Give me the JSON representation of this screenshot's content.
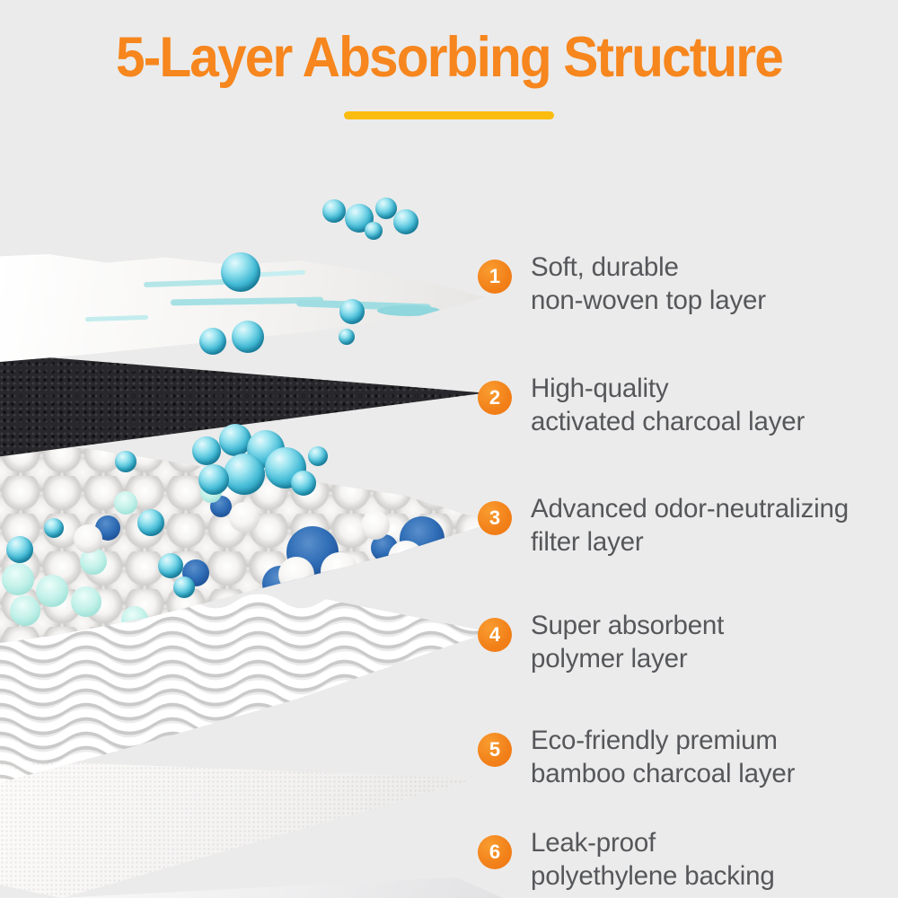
{
  "canvas": {
    "background": "#ebebeb"
  },
  "header": {
    "title": "5-Layer Absorbing Structure",
    "title_color": "#f6861d",
    "underline_color": "#fbbc10"
  },
  "callouts": {
    "badge_color": "#f28019",
    "text_color": "#56575a",
    "items": [
      {
        "number": "1",
        "line1": "Soft, durable",
        "line2": "non-woven top layer"
      },
      {
        "number": "2",
        "line1": "High-quality",
        "line2": "activated charcoal layer"
      },
      {
        "number": "3",
        "line1": "Advanced odor-neutralizing",
        "line2": "filter layer"
      },
      {
        "number": "4",
        "line1": "Super absorbent",
        "line2": "polymer layer"
      },
      {
        "number": "5",
        "line1": "Eco-friendly premium",
        "line2": "bamboo charcoal layer"
      },
      {
        "number": "6",
        "line1": "Leak-proof",
        "line2": "polyethylene backing"
      }
    ]
  },
  "diagram": {
    "colors": {
      "charcoal_layer": "#28272b",
      "bead_blue": "#2f6db6",
      "bead_cyan": "#c2f1e9",
      "gel_turquoise": "#46bcd7",
      "water_streak": "#a9e2e6",
      "sheet_white": "#f6f5f4"
    }
  }
}
